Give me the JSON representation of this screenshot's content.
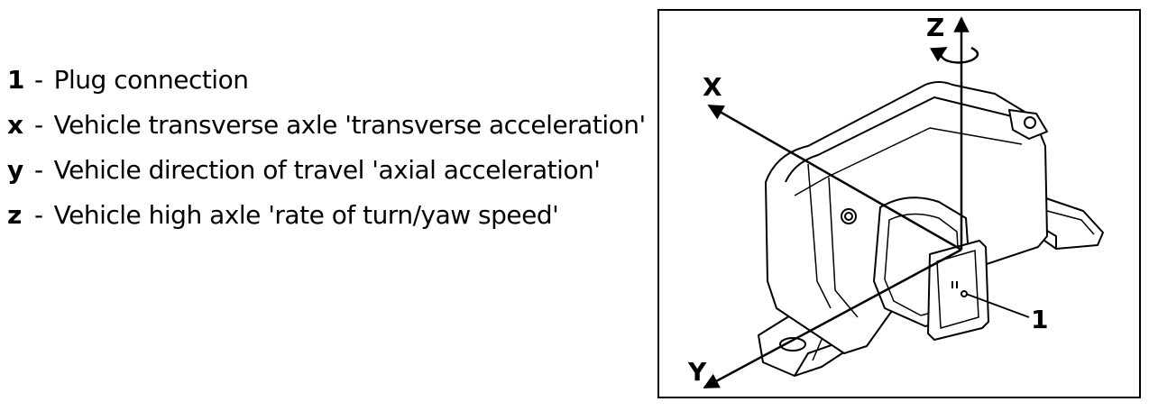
{
  "legend": [
    {
      "key": "1",
      "text": "Plug connection"
    },
    {
      "key": "x",
      "text": "Vehicle transverse axle 'transverse acceleration'"
    },
    {
      "key": "y",
      "text": "Vehicle direction of travel 'axial acceleration'"
    },
    {
      "key": "z",
      "text": "Vehicle high axle 'rate of turn/yaw speed'"
    }
  ],
  "separator": "-",
  "figure": {
    "axis_x_label": "X",
    "axis_y_label": "Y",
    "axis_z_label": "Z",
    "callout_label": "1"
  }
}
